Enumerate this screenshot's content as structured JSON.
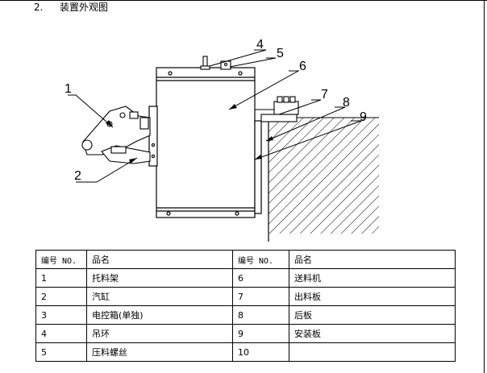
{
  "heading": {
    "number": "2.",
    "title": "装置外观图"
  },
  "callouts": [
    "1",
    "2",
    "4",
    "5",
    "6",
    "7",
    "8",
    "9"
  ],
  "table": {
    "header": [
      "编号 NO.",
      "品名",
      "编号 NO.",
      "品名"
    ],
    "rows": [
      [
        "1",
        "托料架",
        "6",
        "送料机"
      ],
      [
        "2",
        "汽缸",
        "7",
        "出料板"
      ],
      [
        "3",
        "电控箱(单独)",
        "8",
        "后板"
      ],
      [
        "4",
        "吊环",
        "9",
        "安装板"
      ],
      [
        "5",
        "压料螺丝",
        "10",
        ""
      ]
    ]
  }
}
